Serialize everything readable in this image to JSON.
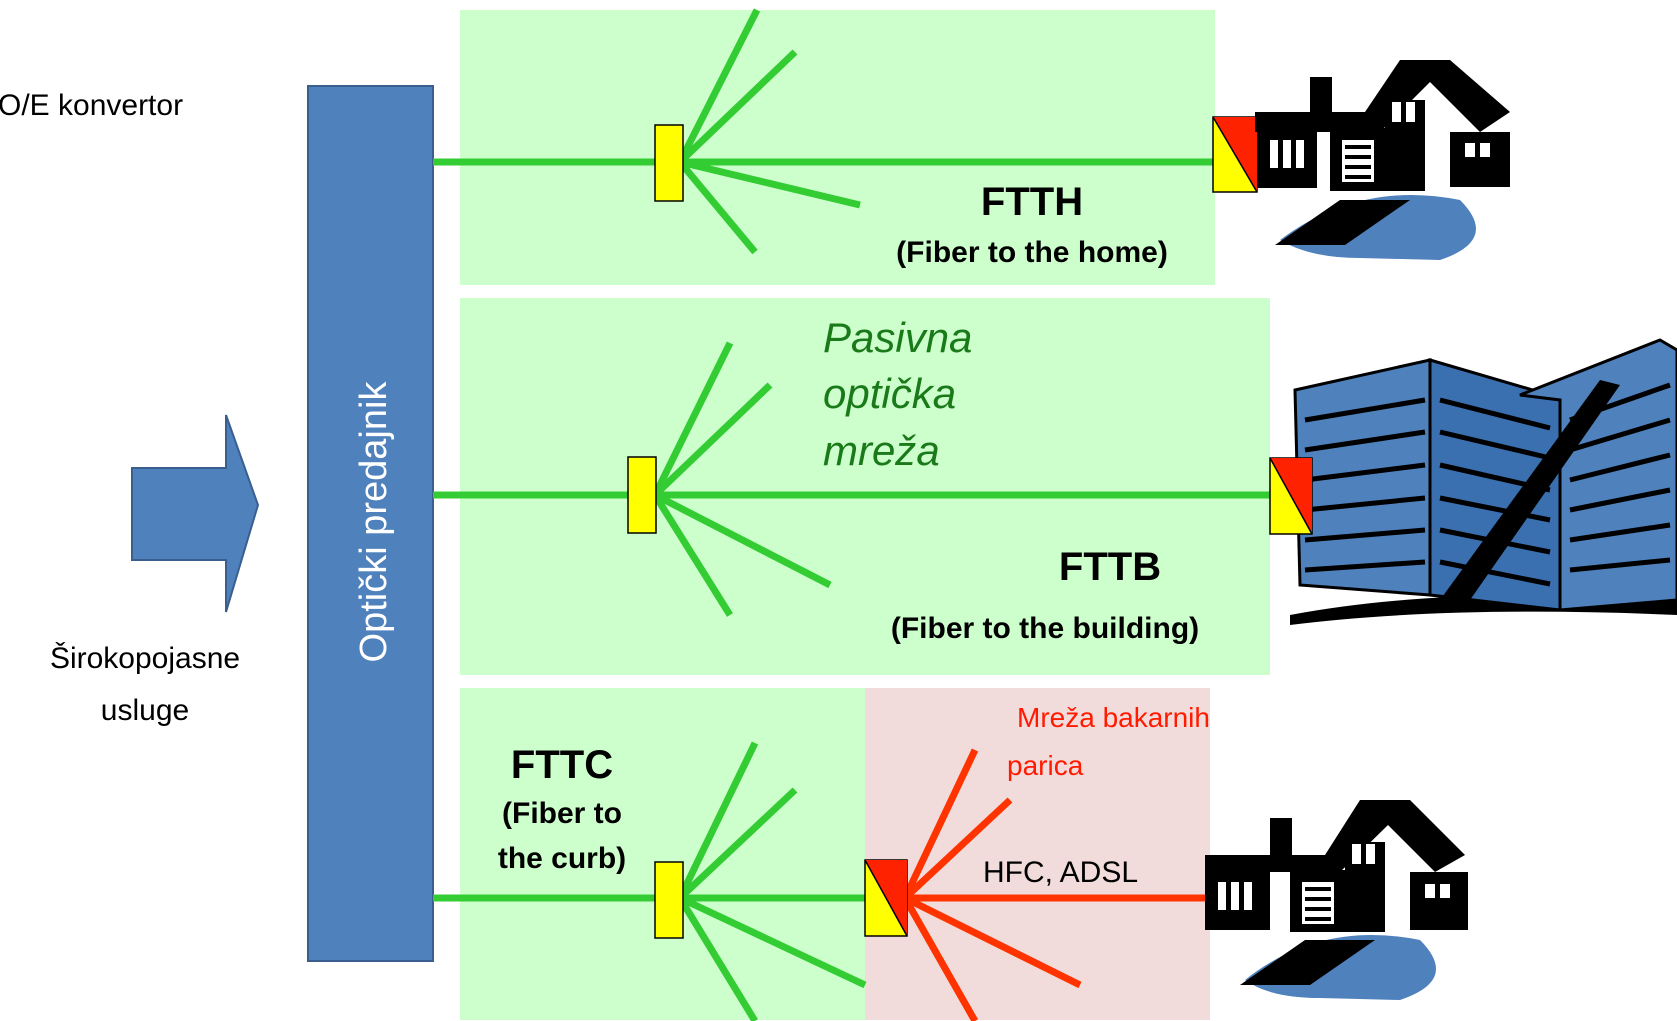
{
  "legend": {
    "oe_converter": "O/E konvertor"
  },
  "input": {
    "label_line1": "Širokopojasne",
    "label_line2": "usluge"
  },
  "transmitter": {
    "label": "Optički predajnik"
  },
  "ftth": {
    "title": "FTTH",
    "subtitle": "(Fiber to the home)"
  },
  "fttb": {
    "title": "FTTB",
    "subtitle": "(Fiber to the building)",
    "network_line1": "Pasivna",
    "network_line2": "optička",
    "network_line3": "mreža"
  },
  "fttc": {
    "title": "FTTC",
    "subtitle_line1": "(Fiber to",
    "subtitle_line2": "the curb)",
    "copper_line1": "Mreža bakarnih",
    "copper_line2": "parica",
    "tech": "HFC, ADSL"
  },
  "colors": {
    "fiber": "#33cc33",
    "copper": "#ff3300",
    "panel_green": "#ccffcc",
    "panel_pink": "#f2dcdb",
    "transmitter": "#4f81bd",
    "splitter": "#ffff00",
    "converter_red": "#ff2200"
  }
}
